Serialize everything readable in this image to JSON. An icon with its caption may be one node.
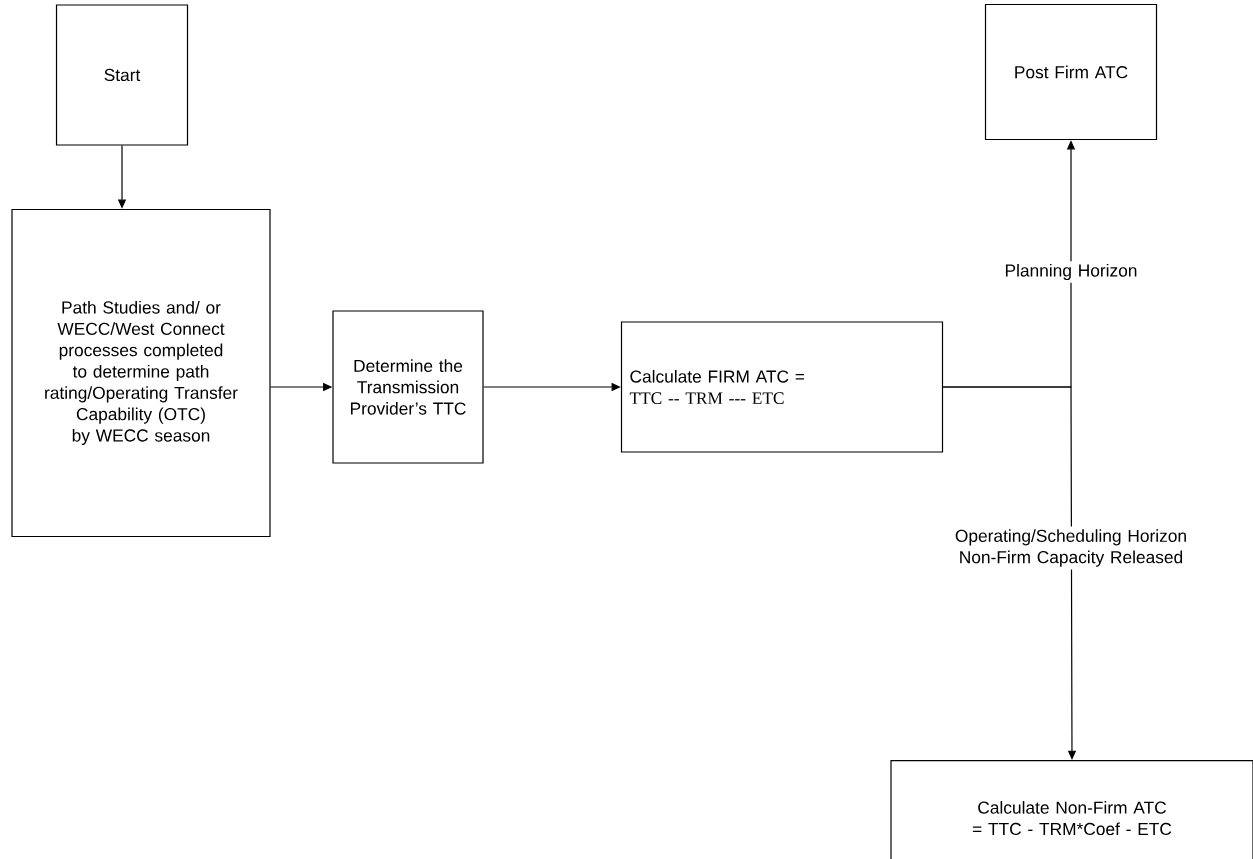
{
  "diagram": {
    "nodes": [
      {
        "text": [
          "Start"
        ]
      },
      {
        "text": [
          "Path Studies and/ or WECC/West Connect processes completed to determine path rating/Operating Transfer Capability (OTC) by WECC season"
        ]
      },
      {
        "text": [
          "Determine the Transmission Provider’s TTC"
        ]
      },
      {
        "text": [
          "Calculate FIRM ATC =",
          "TTC -- TRM --- ETC"
        ]
      },
      {
        "text": [
          "Post Firm ATC"
        ]
      },
      {
        "text": [
          "Calculate Non-Firm ATC = TTC - TRM*Coef - ETC"
        ]
      }
    ],
    "edges": [
      {
        "from": 0,
        "to": 1,
        "arrow": "to"
      },
      {
        "from": 1,
        "to": 2,
        "arrow": "to"
      },
      {
        "from": 2,
        "to": 3,
        "arrow": "to"
      },
      {
        "from": 3,
        "to": 4,
        "arrow": "to",
        "label": "Planning Horizon"
      },
      {
        "from": 3,
        "to": 5,
        "arrow": "to",
        "label": "Operating/Scheduling Horizon Non-Firm Capacity Released"
      }
    ]
  }
}
